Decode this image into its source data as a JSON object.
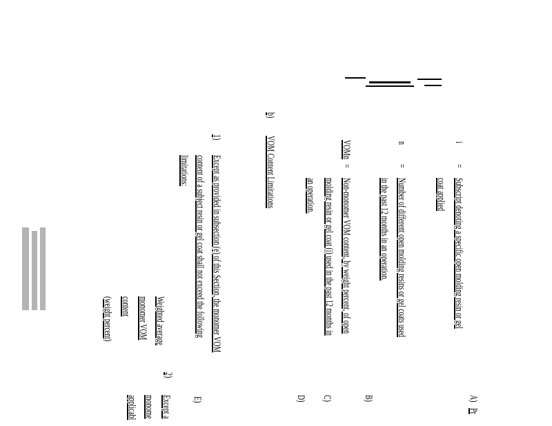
{
  "items": {
    "A": {
      "label": "A)",
      "text": "Pr"
    },
    "i_def": {
      "symbol": "i",
      "eq": "=",
      "line1": "Subscript denoting a specific open molding resin or gel",
      "line2": "coat applied"
    },
    "n_def": {
      "symbol": "n",
      "eq": "=",
      "line1": "Number of different open molding resins or gel coats used",
      "line2": "in the past 12 months in an operation."
    },
    "B": {
      "label": "B)"
    },
    "vom_def": {
      "symbol": "VOMn",
      "eq": "=",
      "line1": "Non-monomer VOM content, by weight percent, of open",
      "line2": "molding resin or gel coat (i) used in the past 12 months in",
      "line3": "an operation."
    },
    "C": {
      "label": "C)"
    },
    "D": {
      "label": "D)"
    },
    "E": {
      "label": "E)"
    },
    "b": {
      "label": "b)",
      "title": "VOM Content Limitations"
    },
    "one": {
      "label": "1)",
      "line1": "Except as provided in subsection (e) of this Section, the monomer VOM",
      "line2": "content of a subject resin or gel coat shall not exceed the following",
      "line3": "limitations:"
    },
    "table_header": {
      "line1": "Weighted average",
      "line2": "monomer VOM",
      "line3": "content",
      "line4": "(weight percent)"
    },
    "two": {
      "label": "2)",
      "line1": "Except a",
      "line2": "monome",
      "line3": "applicabl"
    }
  }
}
